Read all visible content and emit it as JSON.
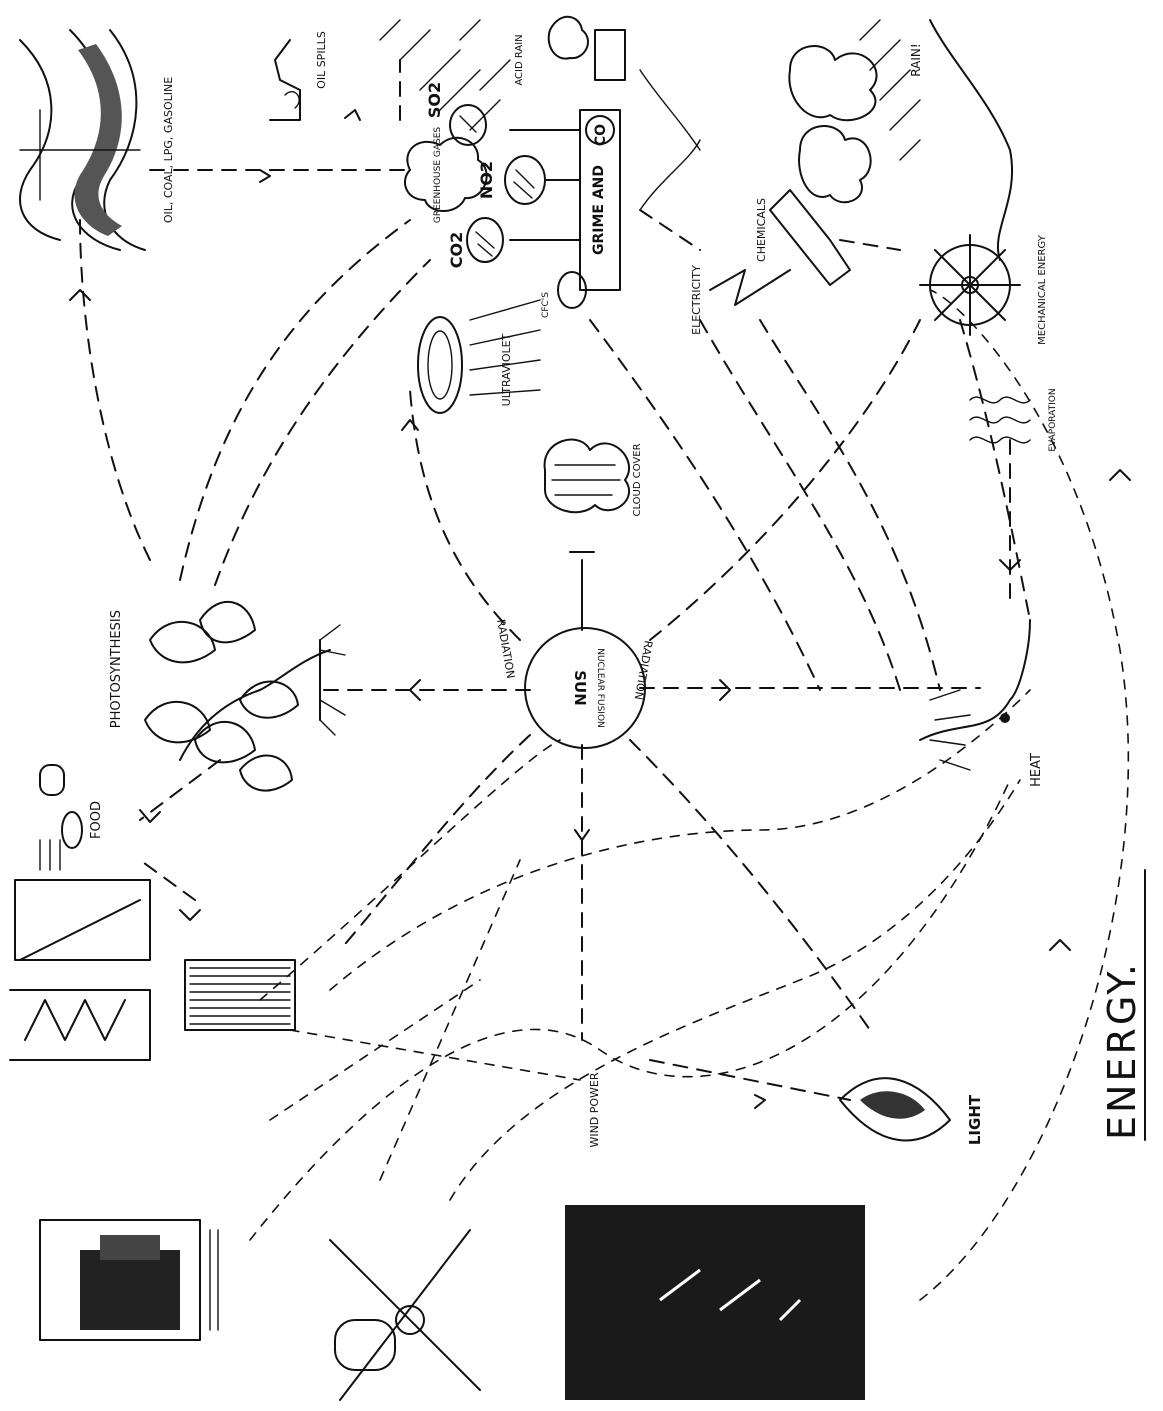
{
  "diagram": {
    "title": "ENERGY.",
    "center": {
      "name": "SUN",
      "sublabel": "NUCLEAR FUSION",
      "radiation_top": "RADIATION",
      "radiation_bottom": "RADIATION"
    },
    "nodes": {
      "photosynthesis": "PHOTOSYNTHESIS",
      "food": "FOOD",
      "fossil_fuels": "OIL, COAL, LPG, GASOLINE",
      "oil_spills": "OIL SPILLS",
      "greenhouse": "GREENHOUSE GASES",
      "co2": "CO2",
      "no2": "NO2",
      "so2": "SO2",
      "co": "CO",
      "grime": "GRIME AND",
      "acid_rain": "ACID RAIN",
      "rain": "RAIN!",
      "ultraviolet": "ULTRAVIOLET",
      "cfcs": "CFC'S",
      "cloud_cover": "CLOUD COVER",
      "electricity": "ELECTRICITY",
      "chemicals": "CHEMICALS",
      "mechanical": "MECHANICAL ENERGY",
      "evaporation": "EVAPORATION",
      "heat": "HEAT",
      "light": "LIGHT",
      "wind_power": "WIND POWER"
    }
  }
}
